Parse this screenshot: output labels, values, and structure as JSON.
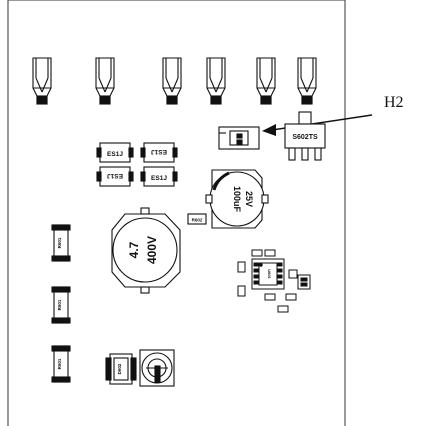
{
  "callout": {
    "label": "H2"
  },
  "diodes": [
    "ES1J",
    "ES1J",
    "ES1J",
    "ES1J"
  ],
  "regulator": {
    "label": "S602TS"
  },
  "inductor": {
    "line1": "4.7",
    "line2": "400V"
  },
  "capacitor": {
    "line1": "100uF",
    "line2": "25V"
  },
  "resistor": {
    "label": "R602"
  },
  "left_parts": [
    "R601",
    "R601",
    "R601"
  ],
  "sot_part": {
    "label": "D602"
  },
  "ic": {
    "label": "U601"
  },
  "colors": {
    "line": "#111111",
    "board_border": "#555555",
    "background": "#ffffff"
  }
}
